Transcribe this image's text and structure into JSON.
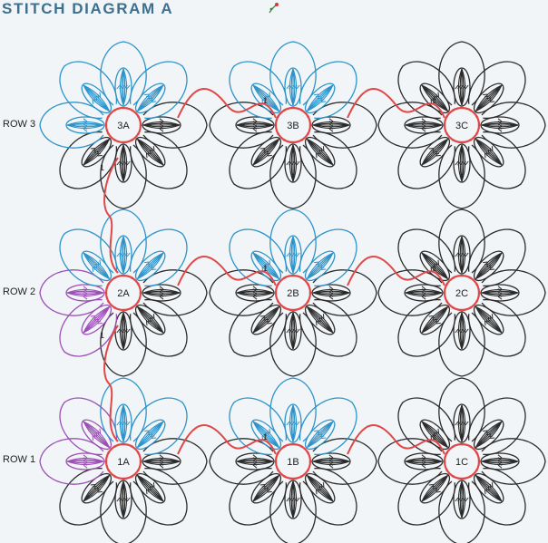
{
  "title": "STITCH DIAGRAM A",
  "rows": [
    {
      "label": "ROW 3",
      "motifs": [
        "3A",
        "3B",
        "3C"
      ]
    },
    {
      "label": "ROW 2",
      "motifs": [
        "2A",
        "2B",
        "2C"
      ]
    },
    {
      "label": "ROW 1",
      "motifs": [
        "1A",
        "1B",
        "1C"
      ]
    }
  ],
  "join_marker": "1",
  "colors": {
    "title": "#3d6f8e",
    "background": "#f1f5f8",
    "center_ring": "#e04848",
    "petal_default": "#2b2b2b",
    "petal_blue": "#2c93c9",
    "petal_purple": "#9b4fb4"
  }
}
